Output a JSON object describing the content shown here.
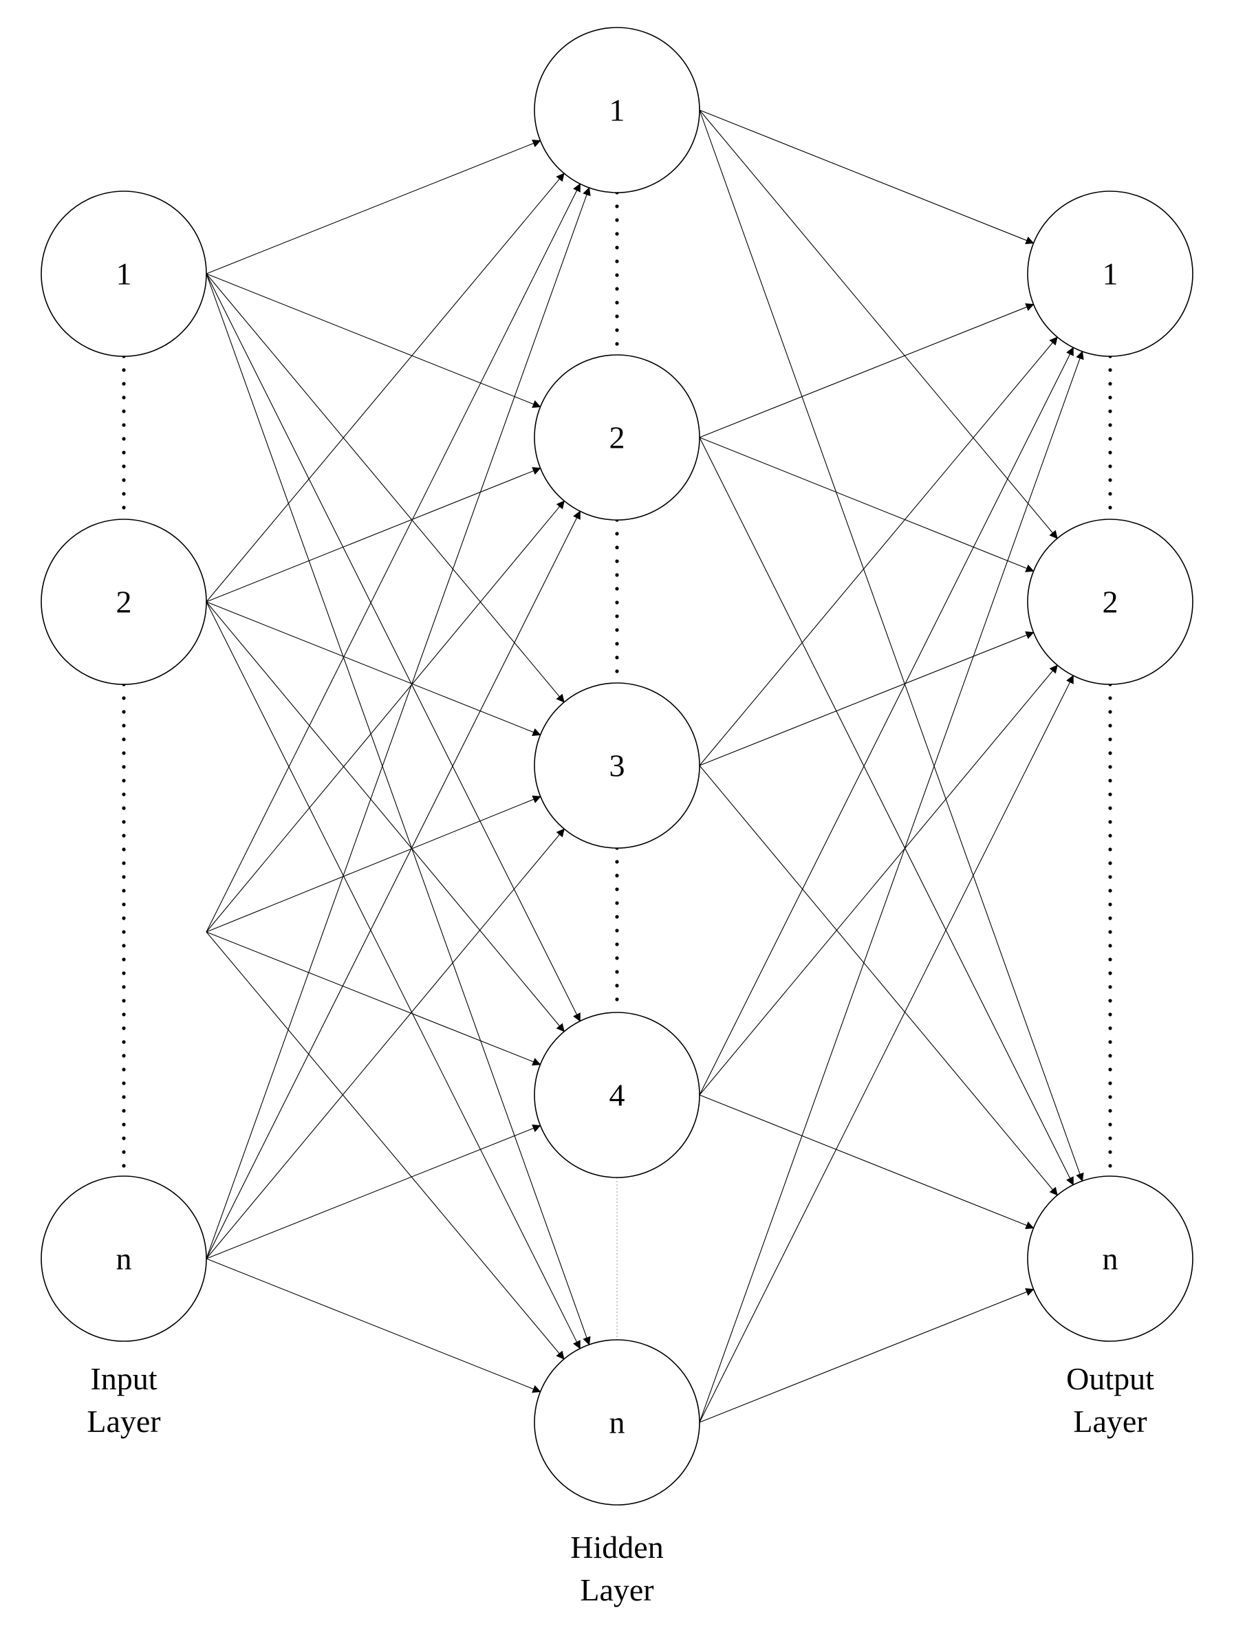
{
  "diagram": {
    "type": "neural-network",
    "layers": [
      {
        "id": "input",
        "label_lines": [
          "Input",
          "Layer"
        ],
        "nodes": [
          "1",
          "2",
          "n"
        ]
      },
      {
        "id": "hidden",
        "label_lines": [
          "Hidden",
          "Layer"
        ],
        "nodes": [
          "1",
          "2",
          "3",
          "4",
          "n"
        ]
      },
      {
        "id": "output",
        "label_lines": [
          "Output",
          "Layer"
        ],
        "nodes": [
          "1",
          "2",
          "n"
        ]
      }
    ],
    "connections": "fully-connected, input to hidden and hidden to output, with arrowheads at the target nodes",
    "colors": {
      "stroke": "#000000",
      "background": "#ffffff",
      "arrow": "#000000"
    }
  }
}
